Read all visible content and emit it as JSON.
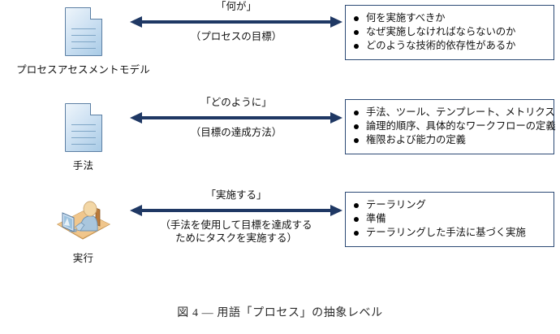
{
  "figure": {
    "caption": "図 4 — 用語「プロセス」の抽象レベル"
  },
  "rows": [
    {
      "icon_name": "document-icon",
      "icon_label": "プロセスアセスメントモデル",
      "arrow_top_label": "「何が」",
      "arrow_bottom_label": "（プロセスの目標）",
      "bullets": [
        "何を実施すべきか",
        "なぜ実施しなければならないのか",
        "どのような技術的依存性があるか"
      ]
    },
    {
      "icon_name": "document-icon",
      "icon_label": "手法",
      "arrow_top_label": "「どのように」",
      "arrow_bottom_label": "（目標の達成方法）",
      "bullets": [
        "手法、ツール、テンプレート、メトリクス",
        "論理的順序、具体的なワークフローの定義",
        "権限および能力の定義"
      ]
    },
    {
      "icon_name": "person-at-computer-icon",
      "icon_label": "実行",
      "arrow_top_label": "「実施する」",
      "arrow_bottom_label": "（手法を使用して目標を達成する\nためにタスクを実施する）",
      "bullets": [
        "テーラリング",
        "準備",
        "テーラリングした手法に基づく実施"
      ]
    }
  ],
  "colors": {
    "arrow": "#1f3864",
    "box_border": "#2c4a75",
    "doc_icon_fill": "#cfe2f3",
    "desk_fill": "#e8b878",
    "person_fill": "#a9c6dd"
  }
}
